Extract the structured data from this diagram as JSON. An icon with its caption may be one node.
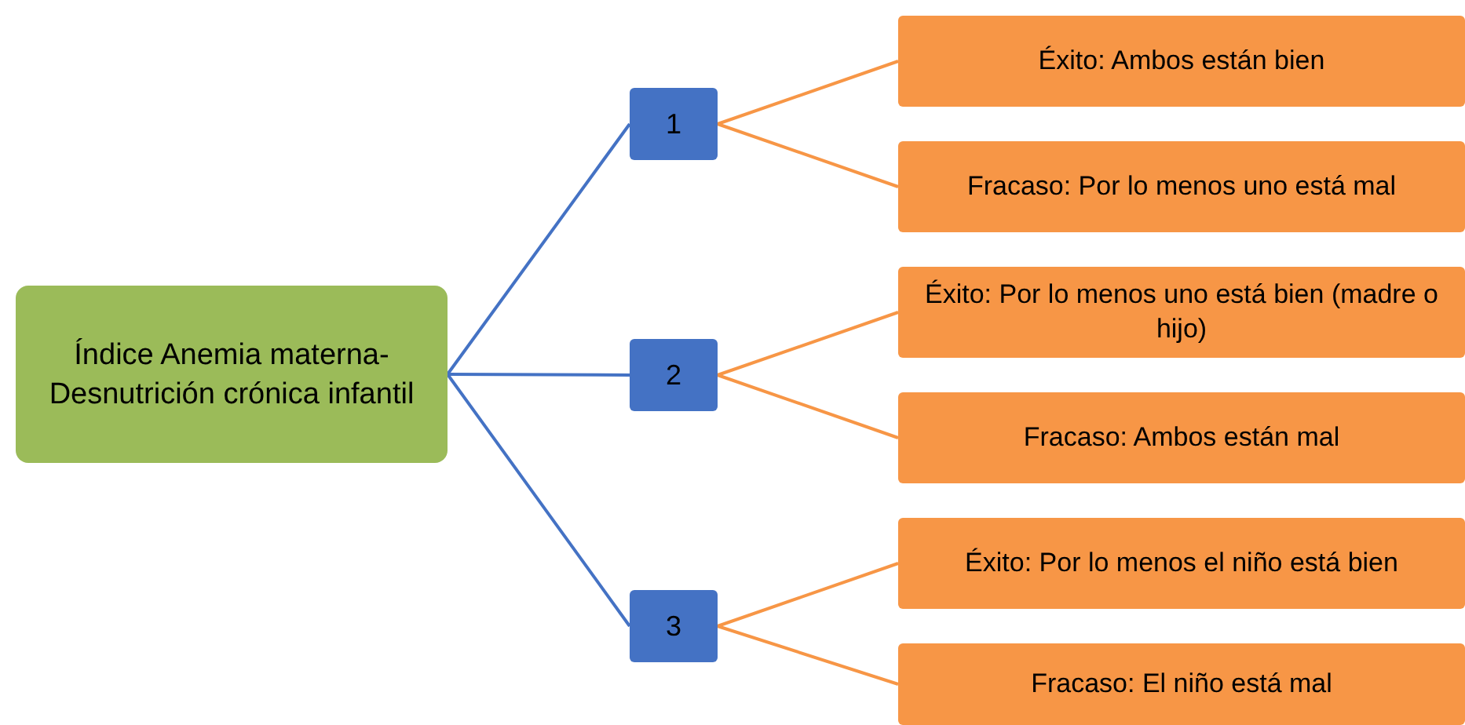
{
  "diagram": {
    "nodes": [
      {
        "text": [
          "Índice Anemia materna-Desnutrición crónica infantil"
        ]
      },
      {
        "text": [
          "1"
        ]
      },
      {
        "text": [
          "Éxito: Ambos están bien"
        ]
      },
      {
        "text": [
          "Fracaso: Por lo menos uno está mal"
        ]
      },
      {
        "text": [
          "2"
        ]
      },
      {
        "text": [
          "Éxito:  Por lo menos uno está bien (madre o hijo)"
        ]
      },
      {
        "text": [
          "Fracaso: Ambos están mal"
        ]
      },
      {
        "text": [
          "3"
        ]
      },
      {
        "text": [
          "Éxito: Por lo menos el niño está bien"
        ]
      },
      {
        "text": [
          "Fracaso: El niño está mal"
        ]
      }
    ],
    "edges": [
      {
        "from": 0,
        "to": 1,
        "arrow": "none",
        "color": "#4472c4"
      },
      {
        "from": 0,
        "to": 4,
        "arrow": "none",
        "color": "#4472c4"
      },
      {
        "from": 0,
        "to": 7,
        "arrow": "none",
        "color": "#4472c4"
      },
      {
        "from": 1,
        "to": 2,
        "arrow": "none"
      },
      {
        "from": 1,
        "to": 3,
        "arrow": "none"
      },
      {
        "from": 4,
        "to": 5,
        "arrow": "none"
      },
      {
        "from": 4,
        "to": 6,
        "arrow": "none"
      },
      {
        "from": 7,
        "to": 8,
        "arrow": "none"
      },
      {
        "from": 7,
        "to": 9,
        "arrow": "none"
      }
    ]
  }
}
